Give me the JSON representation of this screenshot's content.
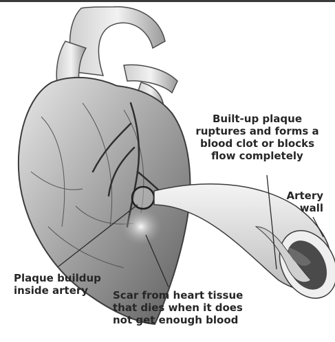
{
  "labels": {
    "rupture_line1": "Built-up plaque",
    "rupture_line2": "ruptures and forms a",
    "rupture_line3": "blood clot or blocks",
    "rupture_line4": "flow completely",
    "artery_wall_line1": "Artery",
    "artery_wall_line2": "wall",
    "plaque_line1": "Plaque buildup",
    "plaque_line2": "inside artery",
    "scar_line1": "Scar from heart tissue",
    "scar_line2": "that dies when it does",
    "scar_line3": "not get enough blood"
  }
}
